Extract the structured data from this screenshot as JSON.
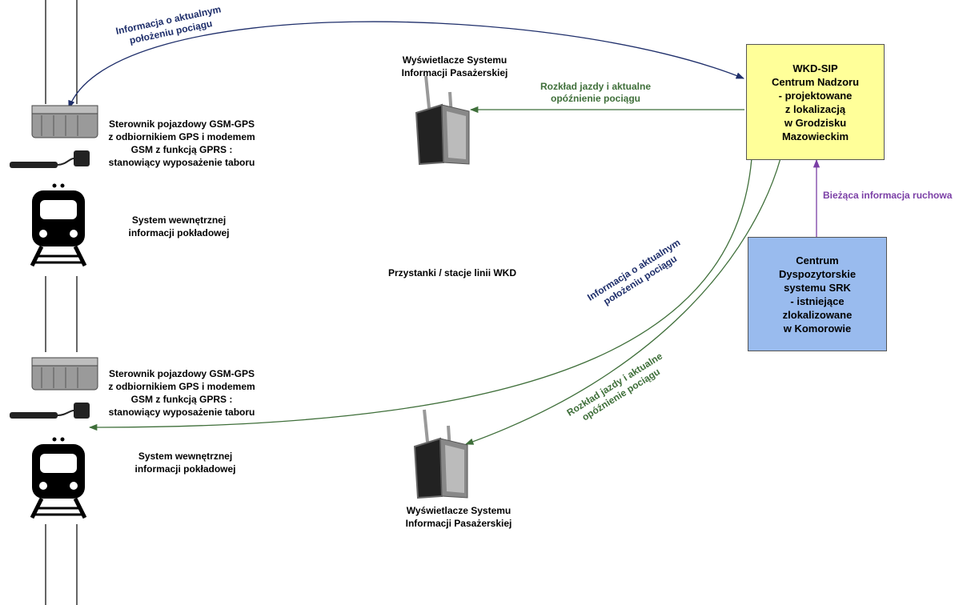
{
  "colors": {
    "navy": "#1f2f6b",
    "green": "#3f6f3a",
    "purple": "#7b3fa6",
    "center_box_fill": "#ffff99",
    "dispatch_box_fill": "#99bbee"
  },
  "boxes": {
    "center": "WKD-SIP\nCentrum Nadzoru\n- projektowane\nz lokalizacją\nw Grodzisku\nMazowieckim",
    "dispatch": "Centrum\nDyspozytorskie\nsystemu SRK\n- istniejące\nzlokalizowane\nw Komorowie"
  },
  "labels": {
    "display_top": "Wyświetlacze Systemu\nInformacji Pasażerskiej",
    "display_bottom": "Wyświetlacze Systemu\nInformacji Pasażerskiej",
    "controller_top": "Sterownik pojazdowy GSM-GPS\nz odbiornikiem GPS i modemem\nGSM z funkcją GPRS :\nstanowiący wyposażenie taboru",
    "controller_bottom": "Sterownik pojazdowy GSM-GPS\nz odbiornikiem GPS i modemem\nGSM z funkcją GPRS :\nstanowiący wyposażenie taboru",
    "onboard_top": "System wewnętrznej\ninformacji pokładowej",
    "onboard_bottom": "System wewnętrznej\ninformacji pokładowej",
    "stops": "Przystanki / stacje linii  WKD"
  },
  "flows": {
    "position_top": "Informacja o aktualnym\npołożeniu pociągu",
    "timetable_top": "Rozkład jazdy i aktualne\nopóźnienie pociągu",
    "traffic_info": "Bieżąca informacja ruchowa",
    "position_bottom": "Informacja o aktualnym\npołożeniu pociągu",
    "timetable_bottom": "Rozkład jazdy i aktualne\nopóźnienie pociągu"
  },
  "icons": {
    "train": "train-icon",
    "controller": "gsm-gps-controller-icon",
    "display": "passenger-display-icon"
  }
}
